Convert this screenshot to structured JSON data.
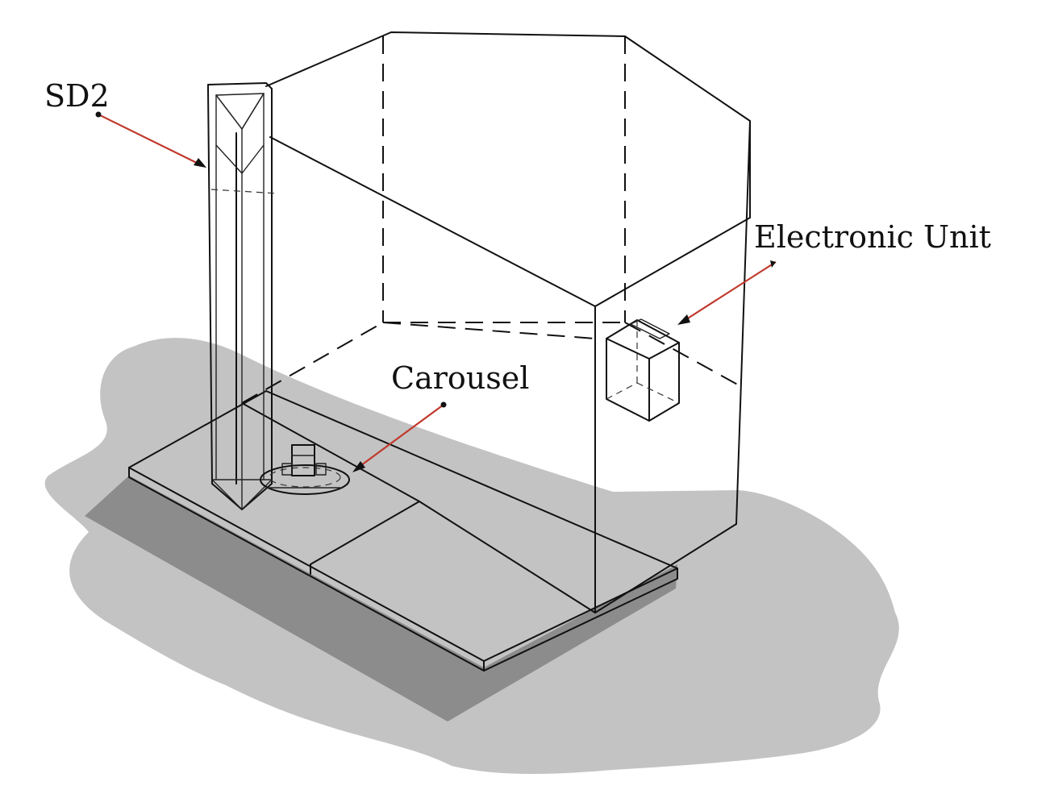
{
  "labels": {
    "detector": "SD2",
    "electronics": "Electronic Unit",
    "carousel": "Carousel"
  },
  "colors": {
    "shadow_light": "#c3c3c3",
    "shadow_dark": "#8c8c8c",
    "leader_line": "#c0392b",
    "outline": "#111111",
    "base_plate": "#ffffff"
  }
}
